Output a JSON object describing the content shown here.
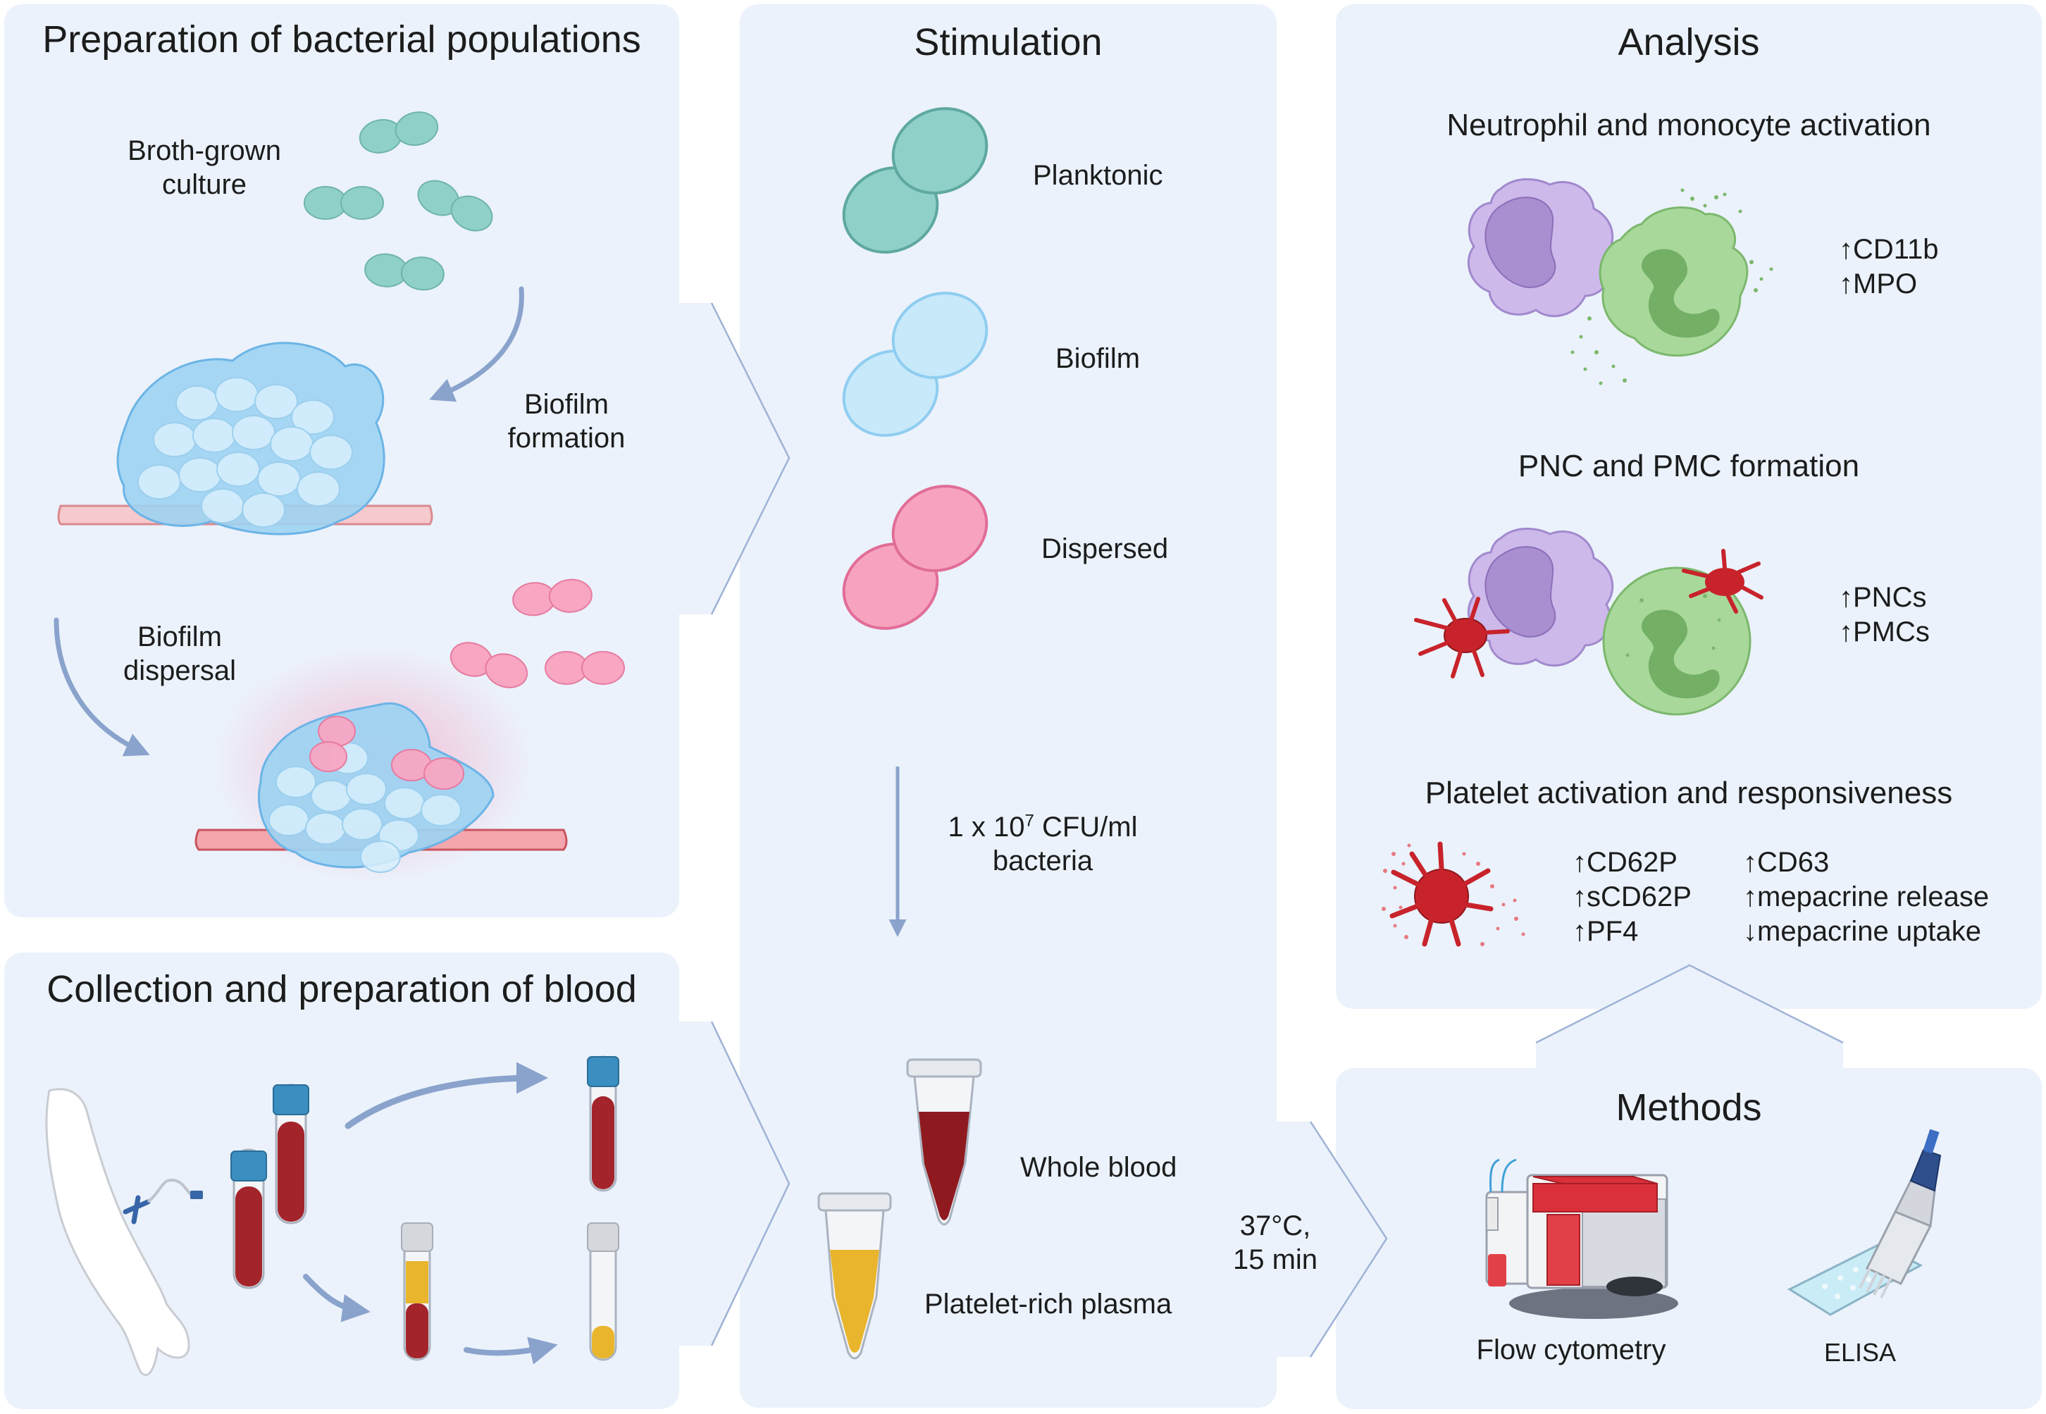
{
  "panels": {
    "preparation": {
      "title": "Preparation of bacterial populations",
      "broth_line1": "Broth-grown",
      "broth_line2": "culture",
      "formation_line1": "Biofilm",
      "formation_line2": "formation",
      "dispersal_line1": "Biofilm",
      "dispersal_line2": "dispersal"
    },
    "collection": {
      "title": "Collection and preparation of blood"
    },
    "stimulation": {
      "title": "Stimulation",
      "planktonic": "Planktonic",
      "biofilm": "Biofilm",
      "dispersed": "Dispersed",
      "dose_prefix": "1 x 10",
      "dose_exp": "7",
      "dose_suffix": " CFU/ml",
      "dose_line2": "bacteria",
      "whole_blood": "Whole blood",
      "prp": "Platelet-rich plasma"
    },
    "incubation": {
      "line1": "37°C,",
      "line2": "15 min"
    },
    "analysis": {
      "title": "Analysis",
      "section1": "Neutrophil and monocyte activation",
      "section1_markers": [
        "↑CD11b",
        "↑MPO"
      ],
      "section2": "PNC and PMC formation",
      "section2_markers": [
        "↑PNCs",
        "↑PMCs"
      ],
      "section3": "Platelet activation and responsiveness",
      "section3_markers_a": [
        "↑CD62P",
        "↑sCD62P",
        "↑PF4"
      ],
      "section3_markers_b": [
        "↑CD63",
        "↑mepacrine release",
        "↓mepacrine uptake"
      ]
    },
    "methods": {
      "title": "Methods",
      "flow": "Flow cytometry",
      "elisa": "ELISA"
    }
  },
  "colors": {
    "panel_bg": "#ebf2fb",
    "planktonic": "#7cc4be",
    "biofilm": "#b5e0f7",
    "dispersed": "#f58caf",
    "blood": "#8e1a1f",
    "plasma": "#e9b52d",
    "monocyte": "#c9b3e8",
    "neutrophil": "#a9d89b",
    "platelet": "#c8232b",
    "arrow": "#8aa3cc"
  }
}
